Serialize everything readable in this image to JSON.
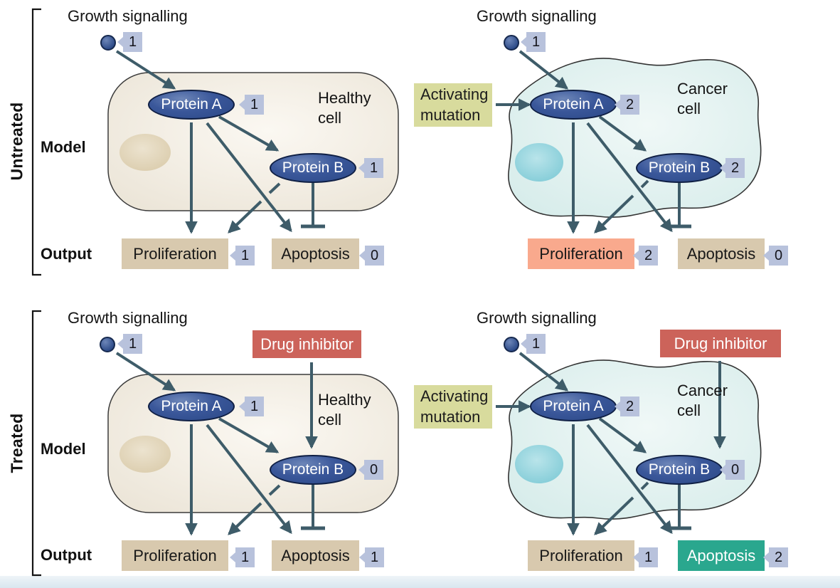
{
  "rows": {
    "untreated": {
      "label": "Untreated"
    },
    "treated": {
      "label": "Treated"
    }
  },
  "axis_labels": {
    "model": "Model",
    "output": "Output"
  },
  "panels": {
    "untreated_healthy": {
      "growth": {
        "label": "Growth signalling",
        "value": "1"
      },
      "cell_name": "Healthy cell",
      "protein_a": {
        "label": "Protein A",
        "value": "1"
      },
      "protein_b": {
        "label": "Protein B",
        "value": "1"
      },
      "proliferation": {
        "label": "Proliferation",
        "value": "1"
      },
      "apoptosis": {
        "label": "Apoptosis",
        "value": "0"
      }
    },
    "untreated_cancer": {
      "growth": {
        "label": "Growth signalling",
        "value": "1"
      },
      "mutation_label": "Activating mutation",
      "cell_name": "Cancer cell",
      "protein_a": {
        "label": "Protein A",
        "value": "2"
      },
      "protein_b": {
        "label": "Protein B",
        "value": "2"
      },
      "proliferation": {
        "label": "Proliferation",
        "value": "2"
      },
      "apoptosis": {
        "label": "Apoptosis",
        "value": "0"
      }
    },
    "treated_healthy": {
      "growth": {
        "label": "Growth signalling",
        "value": "1"
      },
      "drug_label": "Drug inhibitor",
      "cell_name": "Healthy cell",
      "protein_a": {
        "label": "Protein A",
        "value": "1"
      },
      "protein_b": {
        "label": "Protein B",
        "value": "0"
      },
      "proliferation": {
        "label": "Proliferation",
        "value": "1"
      },
      "apoptosis": {
        "label": "Apoptosis",
        "value": "1"
      }
    },
    "treated_cancer": {
      "growth": {
        "label": "Growth signalling",
        "value": "1"
      },
      "mutation_label": "Activating mutation",
      "drug_label": "Drug inhibitor",
      "cell_name": "Cancer cell",
      "protein_a": {
        "label": "Protein A",
        "value": "2"
      },
      "protein_b": {
        "label": "Protein B",
        "value": "0"
      },
      "proliferation": {
        "label": "Proliferation",
        "value": "1"
      },
      "apoptosis": {
        "label": "Apoptosis",
        "value": "2"
      }
    }
  },
  "colors": {
    "arrow": "#3e5c69",
    "protein_fill": "#31508f",
    "value_tag": "#b8c2dc",
    "healthy_cell_fill": "#ece5d8",
    "healthy_nucleus": "#d9caa9",
    "cancer_cell_fill": "#d6ecea",
    "cancer_nucleus": "#7cc9d5",
    "mutation_box": "#d8db9d",
    "drug_box": "#cc635a",
    "output_box": "#d8c9ae",
    "proliferation_highlight": "#f9a98d",
    "apoptosis_highlight": "#2aa78e",
    "footer_strip": "#dce8f0"
  }
}
